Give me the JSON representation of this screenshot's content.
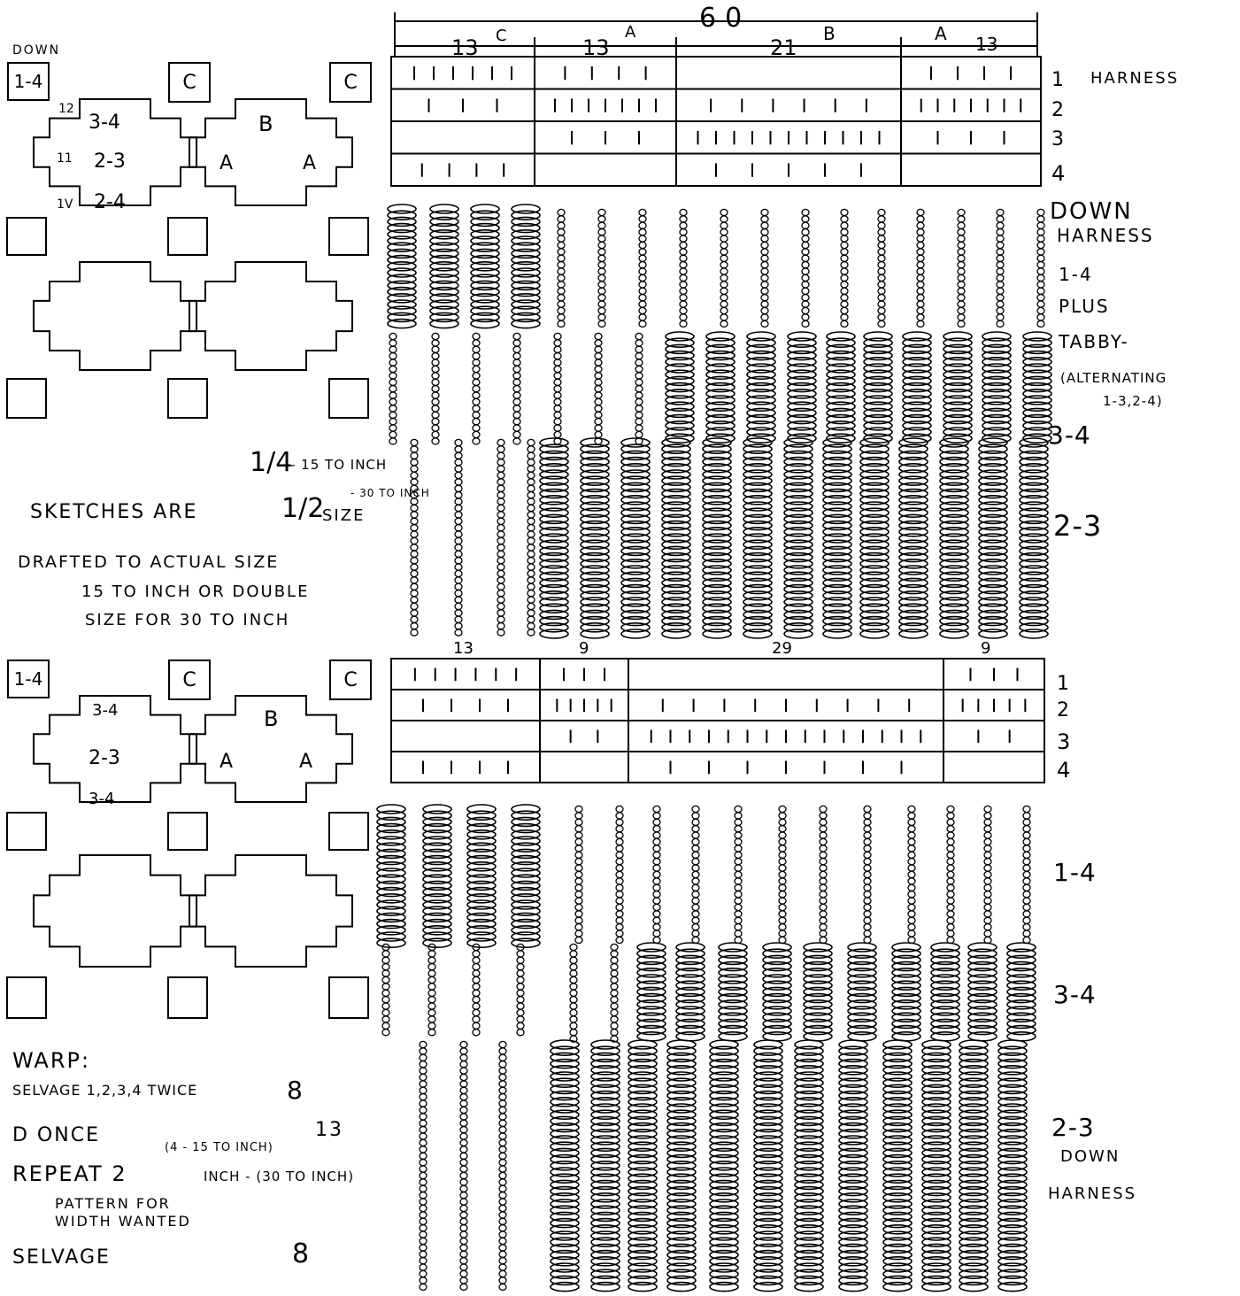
{
  "sketch_top": {
    "caption": "DOWN",
    "corner_label": "1-4",
    "box_c1": "C",
    "box_c2": "C",
    "cross_left_top": "3-4",
    "cross_left_mid": "2-3",
    "cross_left_bottom": "2-4",
    "cross_left_tick1": "12",
    "cross_left_tick2": "11",
    "cross_left_tick3": "1V",
    "cross_right_top": "B",
    "cross_right_left": "A",
    "cross_right_right": "A"
  },
  "sketch_bottom": {
    "corner_label": "1-4",
    "box_c1": "C",
    "box_c2": "C",
    "cross_left_top": "3-4",
    "cross_left_mid": "2-3",
    "cross_left_bottom": "3-4",
    "cross_right_top": "B",
    "cross_right_left": "A",
    "cross_right_right": "A"
  },
  "draft_top": {
    "total": "60",
    "groups": [
      {
        "count": "13",
        "letter": "C"
      },
      {
        "count": "13",
        "letter": "A"
      },
      {
        "count": "21",
        "letter": "B"
      },
      {
        "count": "13",
        "letter": "A"
      }
    ],
    "rows": [
      "1",
      "2",
      "3",
      "4"
    ],
    "harness_label": "HARNESS"
  },
  "draft_bottom": {
    "groups": [
      "13",
      "9",
      "29",
      "9"
    ],
    "rows": [
      "1",
      "2",
      "3",
      "4"
    ]
  },
  "top_side_notes": {
    "line1": "DOWN",
    "line2": "HARNESS",
    "line3": "1-4",
    "line4": "PLUS",
    "line5": "TABBY-",
    "line6": "(ALTERNATING",
    "line7": "1-3,2-4)",
    "row2": "3-4",
    "row3": "2-3"
  },
  "bottom_side_notes": {
    "row1": "1-4",
    "row2": "3-4",
    "row3": "2-3",
    "line_a": "DOWN",
    "line_b": "HARNESS"
  },
  "scale_notes": {
    "quarter_fraction": "1/4",
    "quarter": "- 15 TO INCH",
    "half_suffix": "- 30 TO INCH",
    "sketches": "SKETCHES ARE",
    "sketches_fraction": "1/2",
    "sketches_end": "SIZE",
    "drafted1": "DRAFTED TO ACTUAL SIZE",
    "drafted2": "15 TO INCH OR DOUBLE",
    "drafted3": "SIZE FOR 30 TO INCH"
  },
  "warp": {
    "heading": "WARP:",
    "selvage_line": "SELVAGE 1,2,3,4 TWICE",
    "selvage_count": "8",
    "d_line": "D  ONCE",
    "d_paren": "(4 - 15 TO INCH)",
    "d_count": "13",
    "repeat_line": "REPEAT  2",
    "repeat_paren": "INCH - (30 TO INCH)",
    "pattern1": "PATTERN FOR",
    "pattern2": "WIDTH WANTED",
    "selvage_end": "SELVAGE",
    "selvage_end_count": "8"
  }
}
